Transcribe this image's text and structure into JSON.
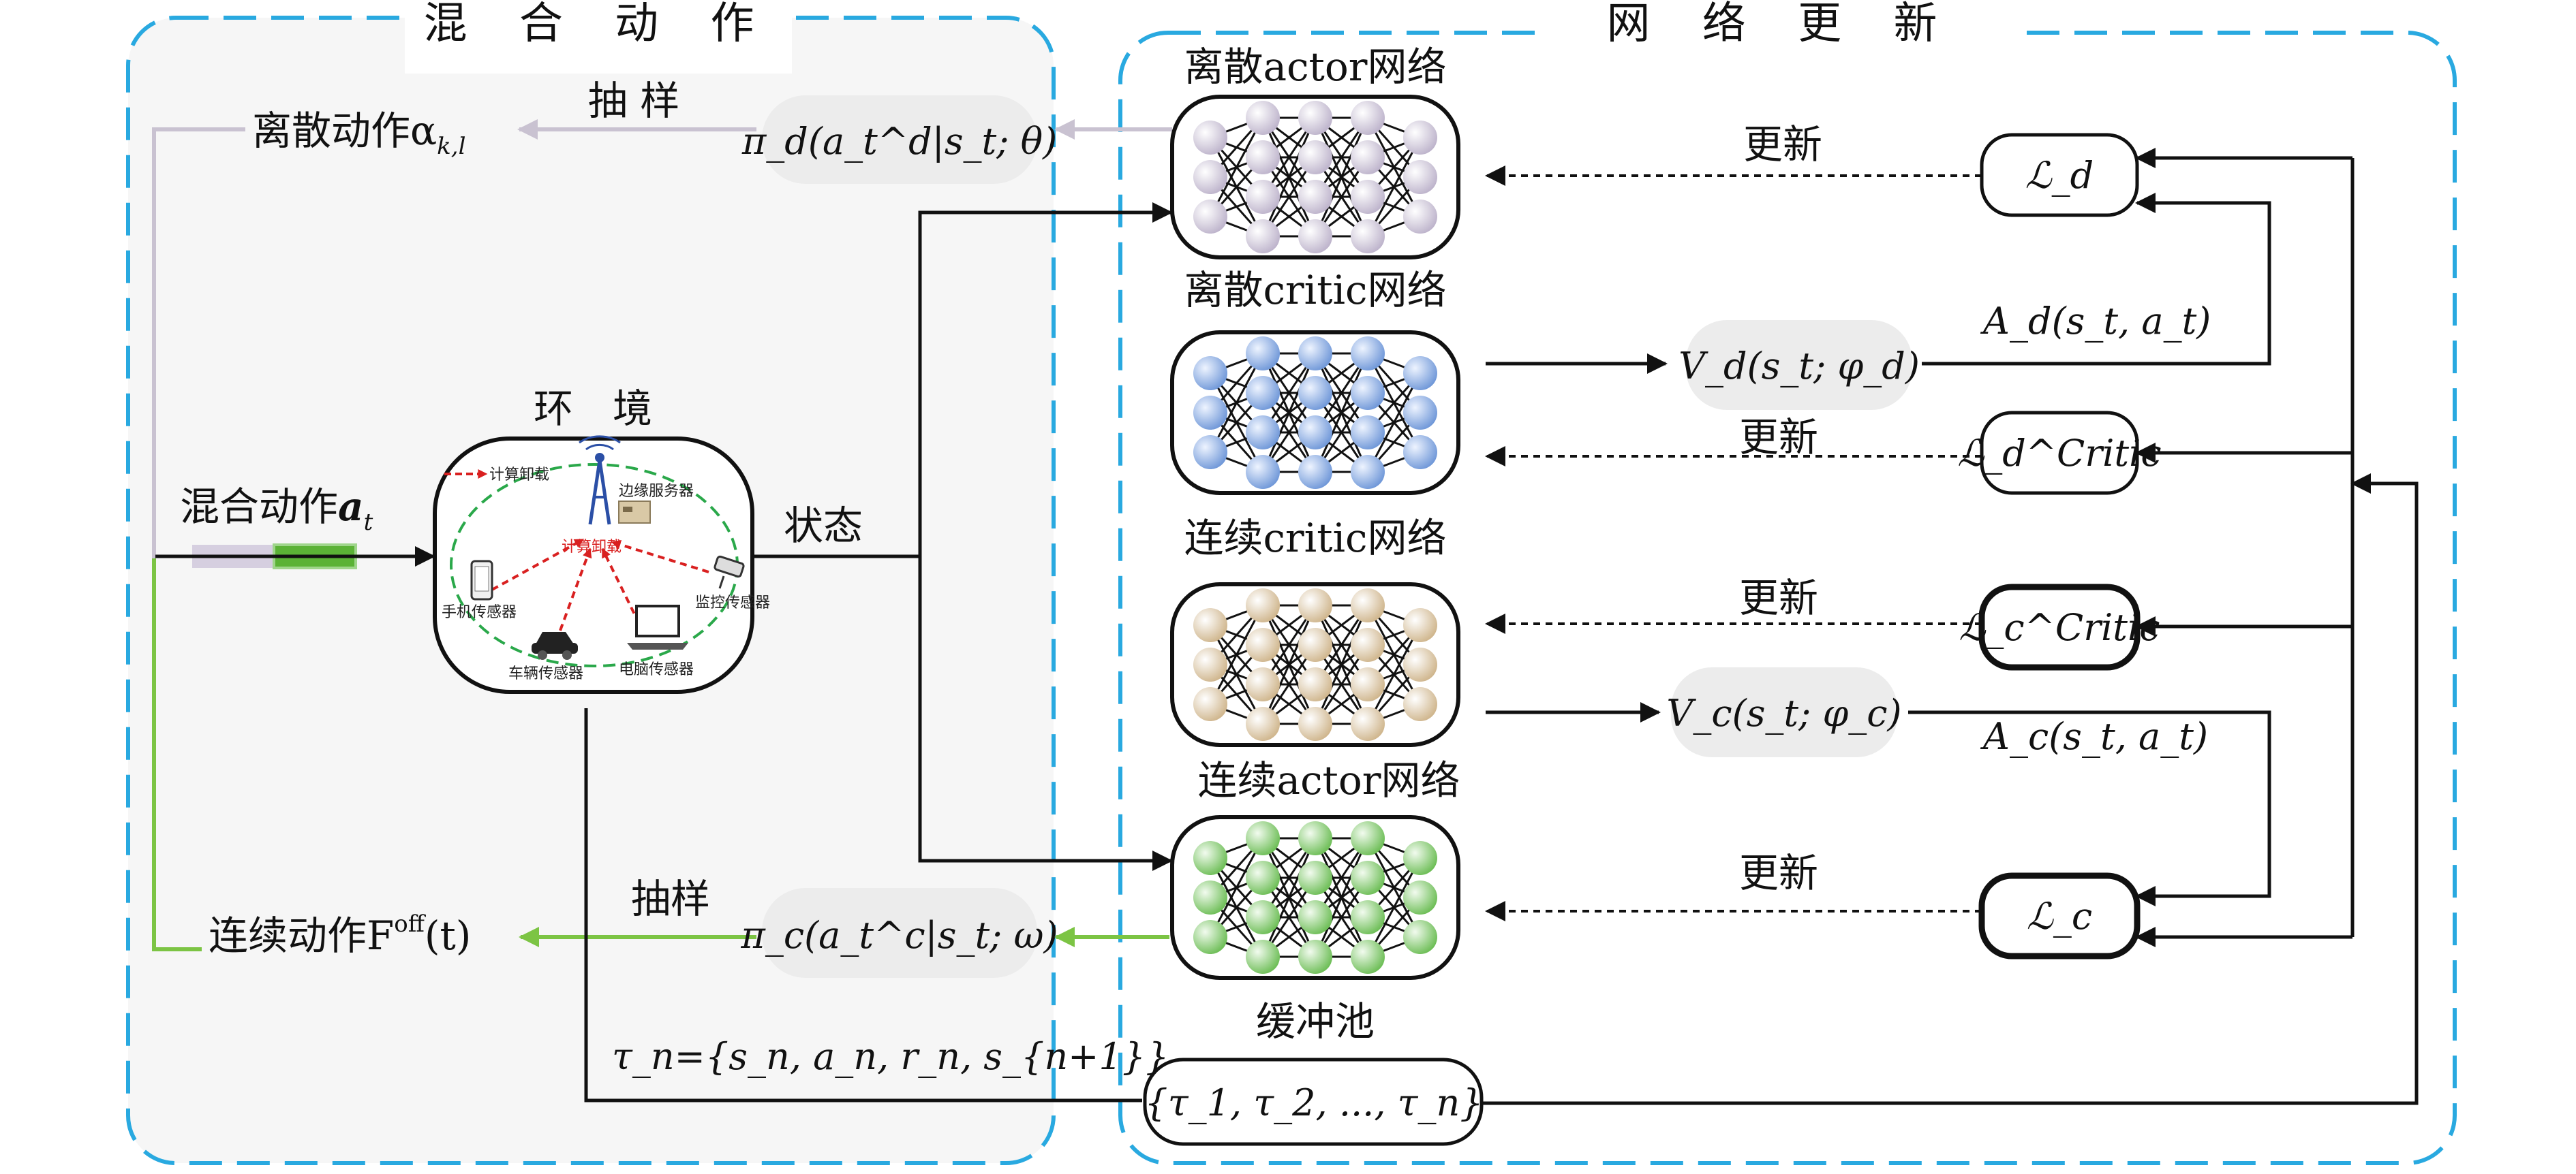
{
  "colors": {
    "frame": "#29a9e0",
    "panel_left": "#f6f6f6",
    "arrow_discrete": "#c9c2d1",
    "arrow_continuous": "#7cc444",
    "actor_discrete": "#d6cfe0",
    "critic_discrete": "#9ab8e6",
    "critic_continuous": "#e2cfb0",
    "actor_continuous": "#9fd58b"
  },
  "sections": {
    "left_title": "混 合 动 作",
    "right_title": "网 络 更 新"
  },
  "left": {
    "discrete_action": "离散动作α",
    "discrete_action_sub": "k,l",
    "sample_top": "抽 样",
    "policy_discrete": "π_d(a_t^d|s_t; θ)",
    "hybrid_action": "混合动作",
    "hybrid_action_var": "a",
    "hybrid_action_sub": "t",
    "environment_title": "环　境",
    "state_label": "状态",
    "sample_bottom": "抽样",
    "policy_continuous": "π_c(a_t^c|s_t; ω)",
    "continuous_action": "连续动作F",
    "continuous_action_sup": "off",
    "continuous_action_tail": "(t)",
    "transition": "τ_n={s_n, a_n, r_n, s_{n+1}}"
  },
  "environment": {
    "offload": "计算卸载",
    "edge_server": "边缘服务器",
    "phone_sensor": "手机传感器",
    "monitor_sensor": "监控传感器",
    "vehicle_sensor": "车辆传感器",
    "computer_sensor": "电脑传感器"
  },
  "right": {
    "discrete_actor": "离散actor网络",
    "discrete_critic": "离散critic网络",
    "continuous_critic": "连续critic网络",
    "continuous_actor": "连续actor网络",
    "buffer": "缓冲池",
    "update_1": "更新",
    "update_2": "更新",
    "update_3": "更新",
    "update_4": "更新",
    "loss_d": "ℒ_d",
    "loss_d_critic": "ℒ_d^Critic",
    "loss_c_critic": "ℒ_c^Critic",
    "loss_c": "ℒ_c",
    "value_d": "V_d(s_t; φ_d)",
    "value_c": "V_c(s_t; φ_c)",
    "advantage_d": "A_d(s_t, a_t)",
    "advantage_c": "A_c(s_t, a_t)",
    "buffer_set": "{τ_1, τ_2, ..., τ_n}"
  }
}
